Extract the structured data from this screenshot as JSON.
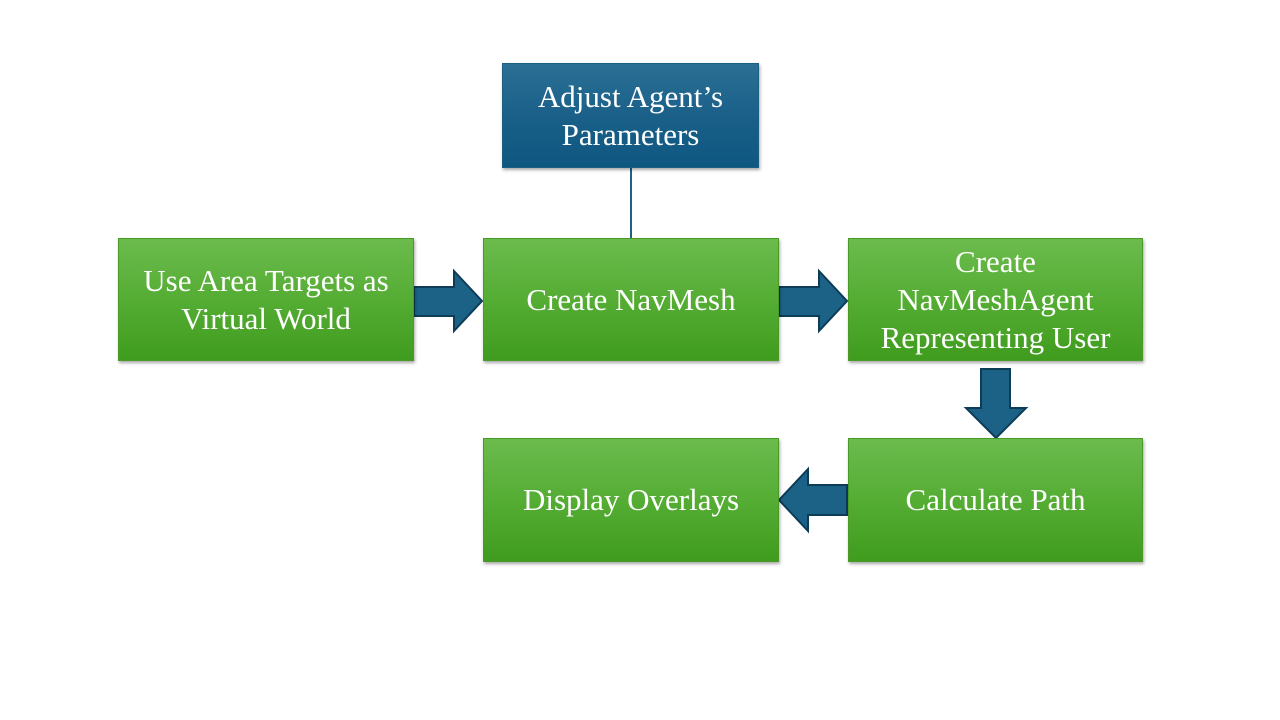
{
  "colors": {
    "process_box": "#55ad34",
    "parameter_box": "#1a6089",
    "arrow_fill": "#1b6286",
    "arrow_stroke": "#0d3c57",
    "connector_line": "#1b6286"
  },
  "nodes": {
    "adjust": "Adjust Agent’s\nParameters",
    "area_targets": "Use Area Targets as\nVirtual World",
    "navmesh": "Create NavMesh",
    "agent": "Create\nNavMeshAgent\nRepresenting User",
    "path": "Calculate Path",
    "overlays": "Display Overlays"
  }
}
